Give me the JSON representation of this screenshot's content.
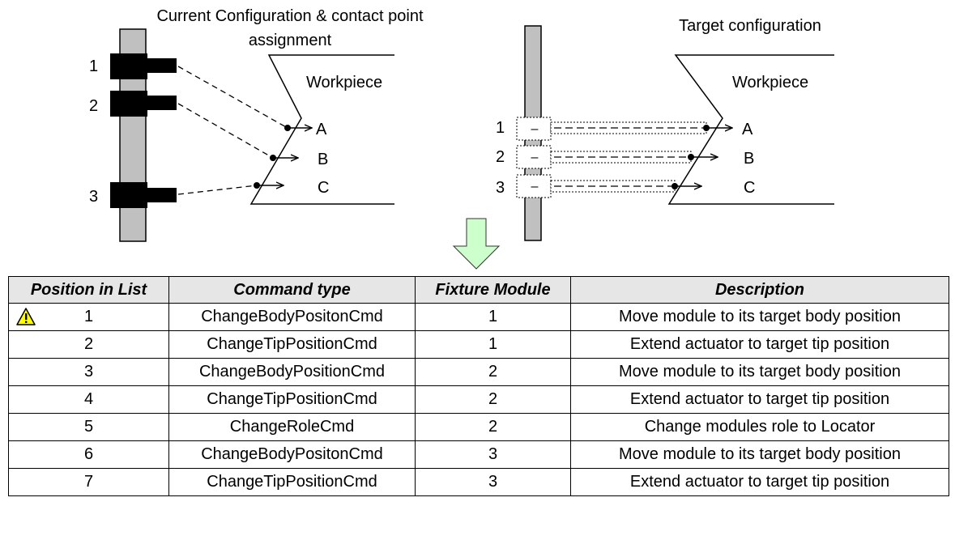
{
  "left_panel": {
    "title_line1": "Current Configuration & contact point",
    "title_line2": "assignment",
    "workpiece_label": "Workpiece",
    "module_labels": [
      "1",
      "2",
      "3"
    ],
    "contact_labels": [
      "A",
      "B",
      "C"
    ]
  },
  "right_panel": {
    "title": "Target configuration",
    "workpiece_label": "Workpiece",
    "module_labels": [
      "1",
      "2",
      "3"
    ],
    "contact_labels": [
      "A",
      "B",
      "C"
    ]
  },
  "colors": {
    "column_fill": "#c0c0c0",
    "arrow_fill": "#ccffcc",
    "header_fill": "#e6e6e6",
    "warning_fill": "#ffff00"
  },
  "icons": {
    "warning": "warning-icon",
    "flow_arrow": "down-arrow-icon"
  },
  "table": {
    "headers": [
      "Position in List",
      "Command type",
      "Fixture Module",
      "Description"
    ],
    "rows": [
      {
        "position": "1",
        "command": "ChangeBodyPositonCmd",
        "module": "1",
        "description": "Move module to its target body position",
        "warning": true
      },
      {
        "position": "2",
        "command": "ChangeTipPositionCmd",
        "module": "1",
        "description": "Extend  actuator to target tip position"
      },
      {
        "position": "3",
        "command": "ChangeBodyPositionCmd",
        "module": "2",
        "description": "Move module to its target body position"
      },
      {
        "position": "4",
        "command": "ChangeTipPositionCmd",
        "module": "2",
        "description": "Extend  actuator to target tip position"
      },
      {
        "position": "5",
        "command": "ChangeRoleCmd",
        "module": "2",
        "description": "Change modules role to Locator"
      },
      {
        "position": "6",
        "command": "ChangeBodyPositonCmd",
        "module": "3",
        "description": "Move module to its target body position"
      },
      {
        "position": "7",
        "command": "ChangeTipPositionCmd",
        "module": "3",
        "description": "Extend actuator to target tip position"
      }
    ]
  }
}
